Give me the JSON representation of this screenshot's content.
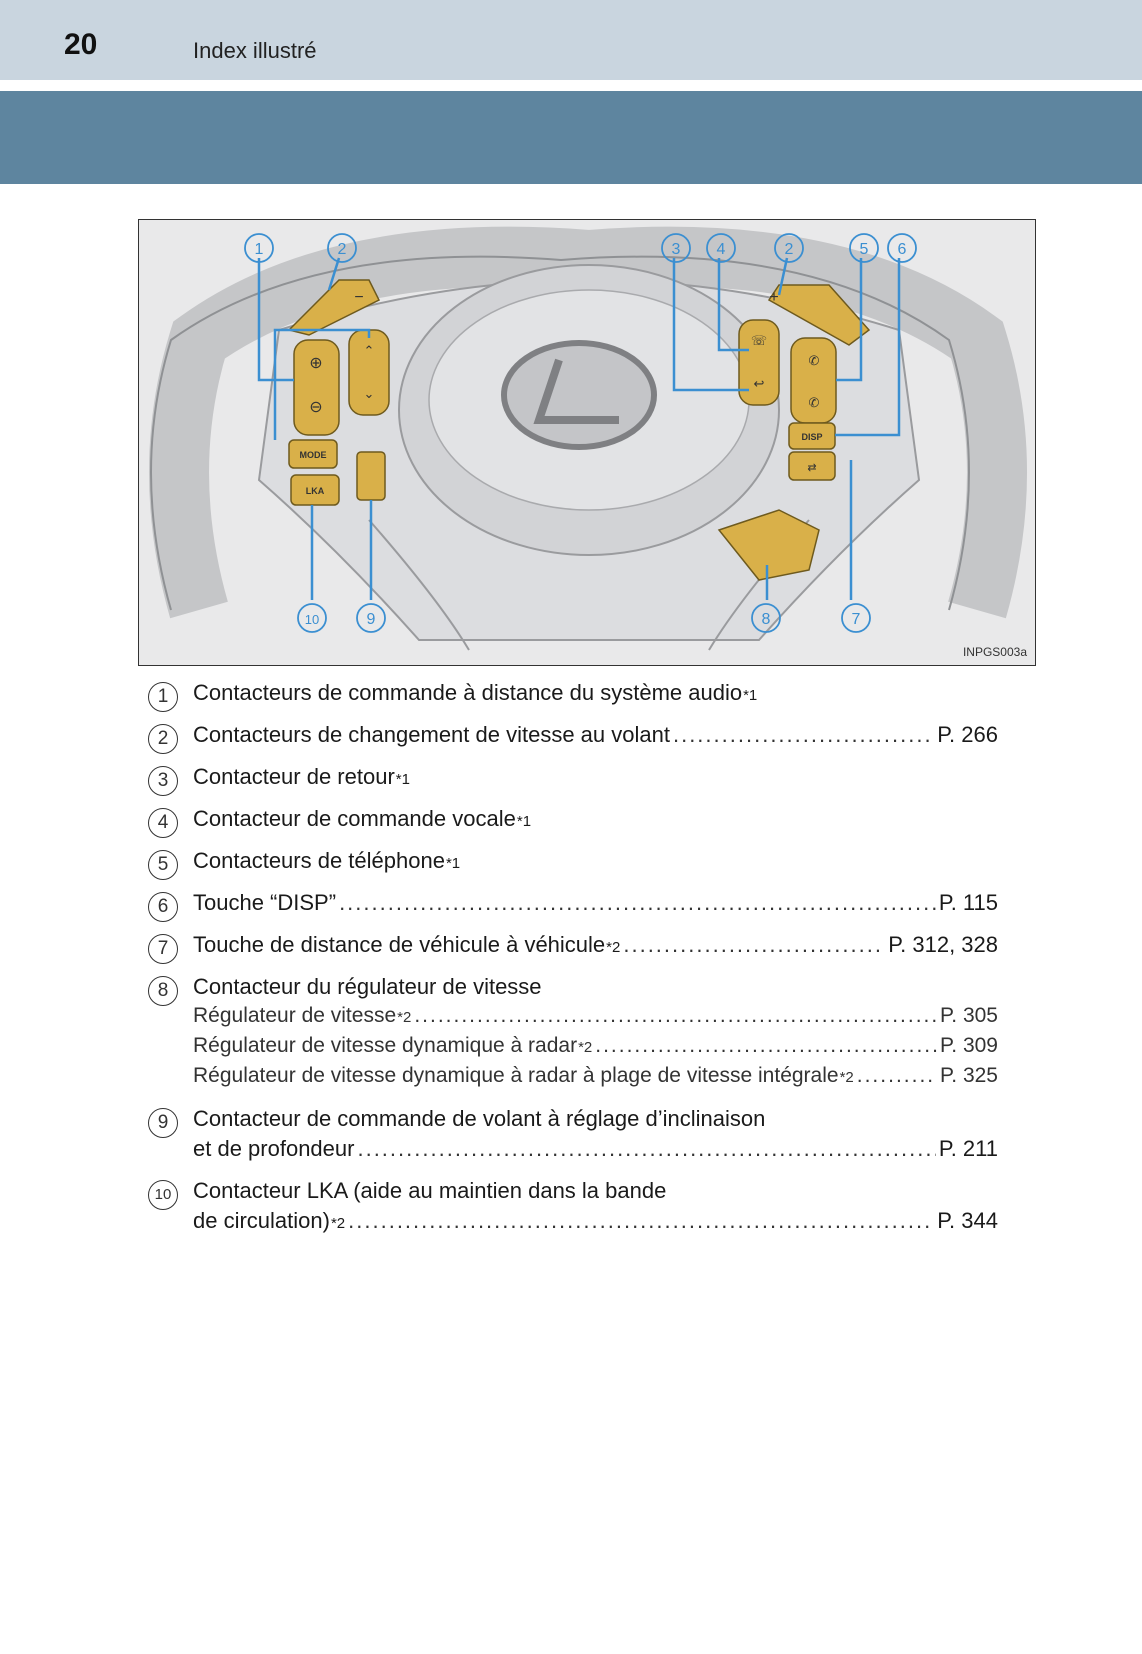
{
  "header": {
    "page_number": "20",
    "section_title": "Index illustré"
  },
  "figure": {
    "code": "INPGS003a",
    "callouts": {
      "c1": "1",
      "c2a": "2",
      "c3": "3",
      "c4": "4",
      "c2b": "2",
      "c5": "5",
      "c6": "6",
      "c10": "10",
      "c9": "9",
      "c8": "8",
      "c7": "7"
    },
    "button_labels": {
      "mode": "MODE",
      "lka": "LKA",
      "disp": "DISP",
      "paddle_minus": "−",
      "paddle_plus": "+"
    }
  },
  "legend": [
    {
      "num": "1",
      "text": "Contacteurs de commande à distance du système audio",
      "sup": "*1",
      "ref": ""
    },
    {
      "num": "2",
      "text": "Contacteurs de changement de vitesse au volant",
      "sup": "",
      "ref": "P. 266"
    },
    {
      "num": "3",
      "text": "Contacteur de retour",
      "sup": "*1",
      "ref": ""
    },
    {
      "num": "4",
      "text": "Contacteur de commande vocale",
      "sup": "*1",
      "ref": ""
    },
    {
      "num": "5",
      "text": "Contacteurs de téléphone",
      "sup": "*1",
      "ref": ""
    },
    {
      "num": "6",
      "text": "Touche “DISP”",
      "sup": "",
      "ref": "P. 115"
    },
    {
      "num": "7",
      "text": "Touche de distance de véhicule à véhicule",
      "sup": "*2",
      "ref": "P. 312, 328"
    },
    {
      "num": "8",
      "text": "Contacteur du régulateur de vitesse",
      "sup": "",
      "ref": "",
      "subs": [
        {
          "text": "Régulateur de vitesse",
          "sup": "*2",
          "ref": "P. 305"
        },
        {
          "text": "Régulateur de vitesse dynamique à radar",
          "sup": "*2",
          "ref": "P. 309"
        },
        {
          "text": "Régulateur de vitesse dynamique à radar à plage de vitesse intégrale",
          "sup": "*2",
          "ref": "P. 325"
        }
      ]
    },
    {
      "num": "9",
      "text": "Contacteur de commande de volant à réglage d’inclinaison",
      "cont": "et de profondeur",
      "sup": "",
      "ref": "P. 211"
    },
    {
      "num": "10",
      "text": "Contacteur LKA (aide au maintien dans la bande",
      "cont": "de circulation)",
      "sup": "*2",
      "ref": "P. 344"
    }
  ]
}
